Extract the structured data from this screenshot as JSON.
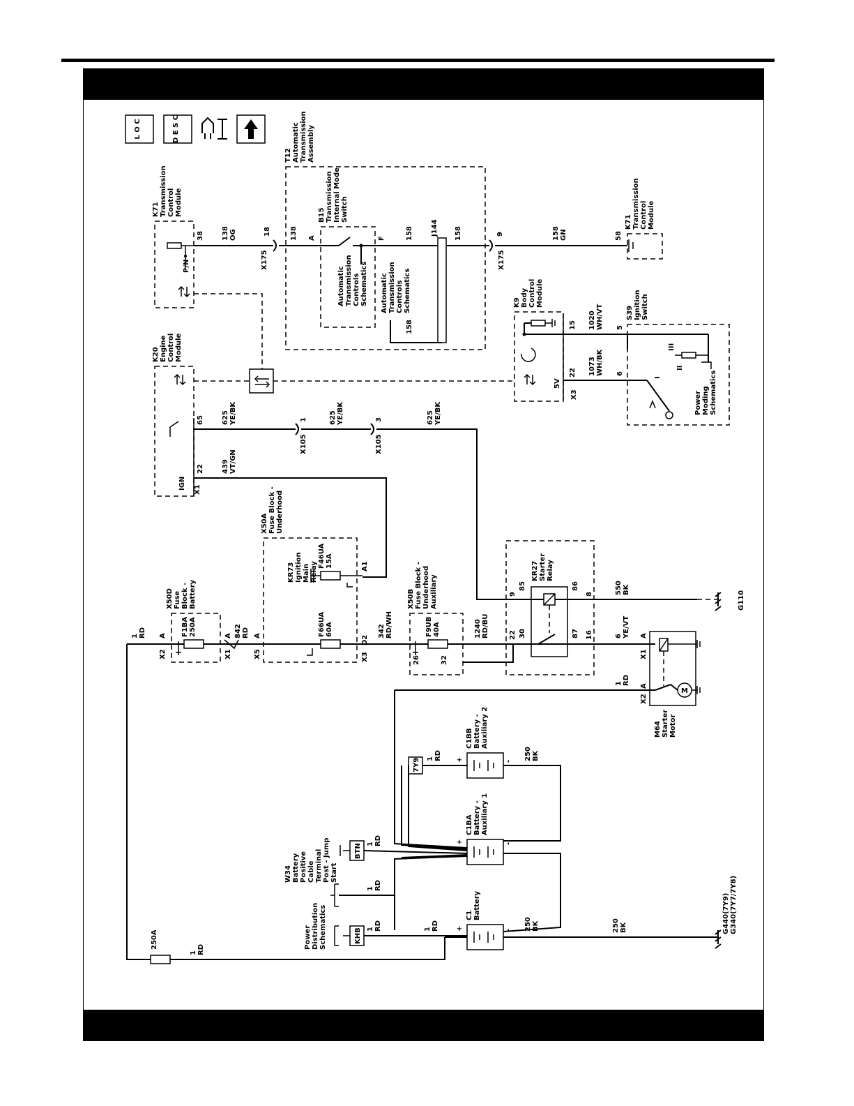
{
  "labels": {
    "loc_icon": "L O C",
    "desc_icon": "D E S C",
    "k71_top": [
      "K71",
      "Transmission",
      "Control",
      "Module"
    ],
    "k71_bottom": [
      "K71",
      "Transmission",
      "Control",
      "Module"
    ],
    "k20": [
      "K20",
      "Engine",
      "Control",
      "Module"
    ],
    "t12": [
      "T12",
      "Automatic",
      "Transmission",
      "Assembly"
    ],
    "b15": [
      "B15",
      "Transmission",
      "Internal Mode",
      "Switch"
    ],
    "atc_ref_1": [
      "Automatic",
      "Transmission",
      "Controls",
      "Schematics"
    ],
    "atc_ref_2": [
      "Automatic",
      "Transmission",
      "Controls",
      "Schematics"
    ],
    "k9": [
      "K9",
      "Body",
      "Control",
      "Module"
    ],
    "s39": [
      "S39",
      "Ignition",
      "Switch"
    ],
    "power_moding": [
      "Power",
      "Moding",
      "Schematics"
    ],
    "x50a": [
      "X50A",
      "Fuse Block -",
      "Underhood"
    ],
    "kr73": [
      "KR73",
      "Ignition",
      "Main",
      "Relay"
    ],
    "x50d": [
      "X50D",
      "Fuse",
      "Block -",
      "Battery"
    ],
    "x50b": [
      "X50B",
      "Fuse Block -",
      "Underhood",
      "Auxiliary"
    ],
    "kr27": [
      "KR27",
      "Starter",
      "Relay"
    ],
    "m64": [
      "M64",
      "Starter",
      "Motor"
    ],
    "c1bb": [
      "C1BB",
      "Battery -",
      "Auxiliary 2"
    ],
    "c1ba": [
      "C1BA",
      "Battery -",
      "Auxiliary 1"
    ],
    "c1": [
      "C1",
      "Battery"
    ],
    "w34": [
      "W34",
      "Battery",
      "Positive",
      "Cable",
      "Terminal",
      "Post - Jump",
      "Start"
    ],
    "power_dist": [
      "Power",
      "Distribution",
      "Schematics"
    ],
    "g110": "G110",
    "g440": [
      "G440(7Y9)",
      "G340(7Y7/7Y8)"
    ],
    "pn": "P/N",
    "ign": "IGN",
    "five_v": "5V",
    "x1_k20": "X1",
    "x3_k9": "X3",
    "x175_a": "X175",
    "x175_b": "X175",
    "x105_a": "X105",
    "x105_b": "X105",
    "btn": "BTN",
    "khb": "KHB",
    "7y9": "7Y9",
    "f1ba": [
      "F1BA",
      "250A"
    ],
    "f66ua": [
      "F66UA",
      "60A"
    ],
    "f46ua": [
      "F46UA",
      "15A"
    ],
    "f9ub": [
      "F9UB",
      "40A"
    ],
    "fuse_250a": "250A",
    "x2_batt": "X2",
    "x1_batt": "X1",
    "x5": "X5",
    "x3_fb": "X3",
    "x1_m64": "X1",
    "x2_m64": "X2",
    "motor_m": "M",
    "roman_1": "I",
    "roman_2": "II",
    "roman_3": "III"
  },
  "wires": {
    "w138": [
      "138",
      "OG"
    ],
    "w158": [
      "158",
      "GN"
    ],
    "w625_1": [
      "625",
      "YE/BK"
    ],
    "w625_2": [
      "625",
      "YE/BK"
    ],
    "w625_3": [
      "625",
      "YE/BK"
    ],
    "w439": [
      "439",
      "VT/GN"
    ],
    "w1020": [
      "1020",
      "WH/VT"
    ],
    "w1073": [
      "1073",
      "WH/BK"
    ],
    "w1rd_a": [
      "1",
      "RD"
    ],
    "w842": [
      "842",
      "RD"
    ],
    "w342": [
      "342",
      "RD/WH"
    ],
    "w1240": [
      "1240",
      "RD/BU"
    ],
    "w6": [
      "6",
      "YE/VT"
    ],
    "w550": [
      "550",
      "BK"
    ],
    "w1rd_m": [
      "1",
      "RD"
    ],
    "w1rd_c1bb": [
      "1",
      "RD"
    ],
    "w250_c1bb": [
      "250",
      "BK"
    ],
    "w1rd_btn": [
      "1",
      "RD"
    ],
    "w1rd_pd": [
      "1",
      "RD"
    ],
    "w1rd_khb": [
      "1",
      "RD"
    ],
    "w1rd_c1": [
      "1",
      "RD"
    ],
    "w250_c1": [
      "250",
      "BK"
    ],
    "w250_g": [
      "250",
      "BK"
    ],
    "w1rd_250": [
      "1",
      "RD"
    ]
  },
  "pins": {
    "k71_38": "38",
    "x175_18": "18",
    "t12_138": "138",
    "b15_a": "A",
    "b15_f": "F",
    "t12_158": "158",
    "j144": "J144",
    "j144_158": "158",
    "x175_9": "9",
    "k71_58": "58",
    "atc_158": "158",
    "k20_65": "65",
    "k20_22": "22",
    "x105_1": "1",
    "x105_3": "3",
    "k9_5": "5",
    "k9_6": "6",
    "k9_15": "15",
    "k9_22": "22",
    "x50d_a": "A",
    "x50d_a2": "A",
    "x5_a": "A",
    "fb_a1": "A1",
    "fb_d2": "D2",
    "r_85": "85",
    "r_86": "86",
    "r_30": "30",
    "r_87": "87",
    "r_9": "9",
    "r_8": "8",
    "r_22": "22",
    "r_16": "16",
    "fb_26": "26",
    "fb_32": "32",
    "m64_a1": "A",
    "m64_a2": "A",
    "plus": "+",
    "minus": "-"
  }
}
